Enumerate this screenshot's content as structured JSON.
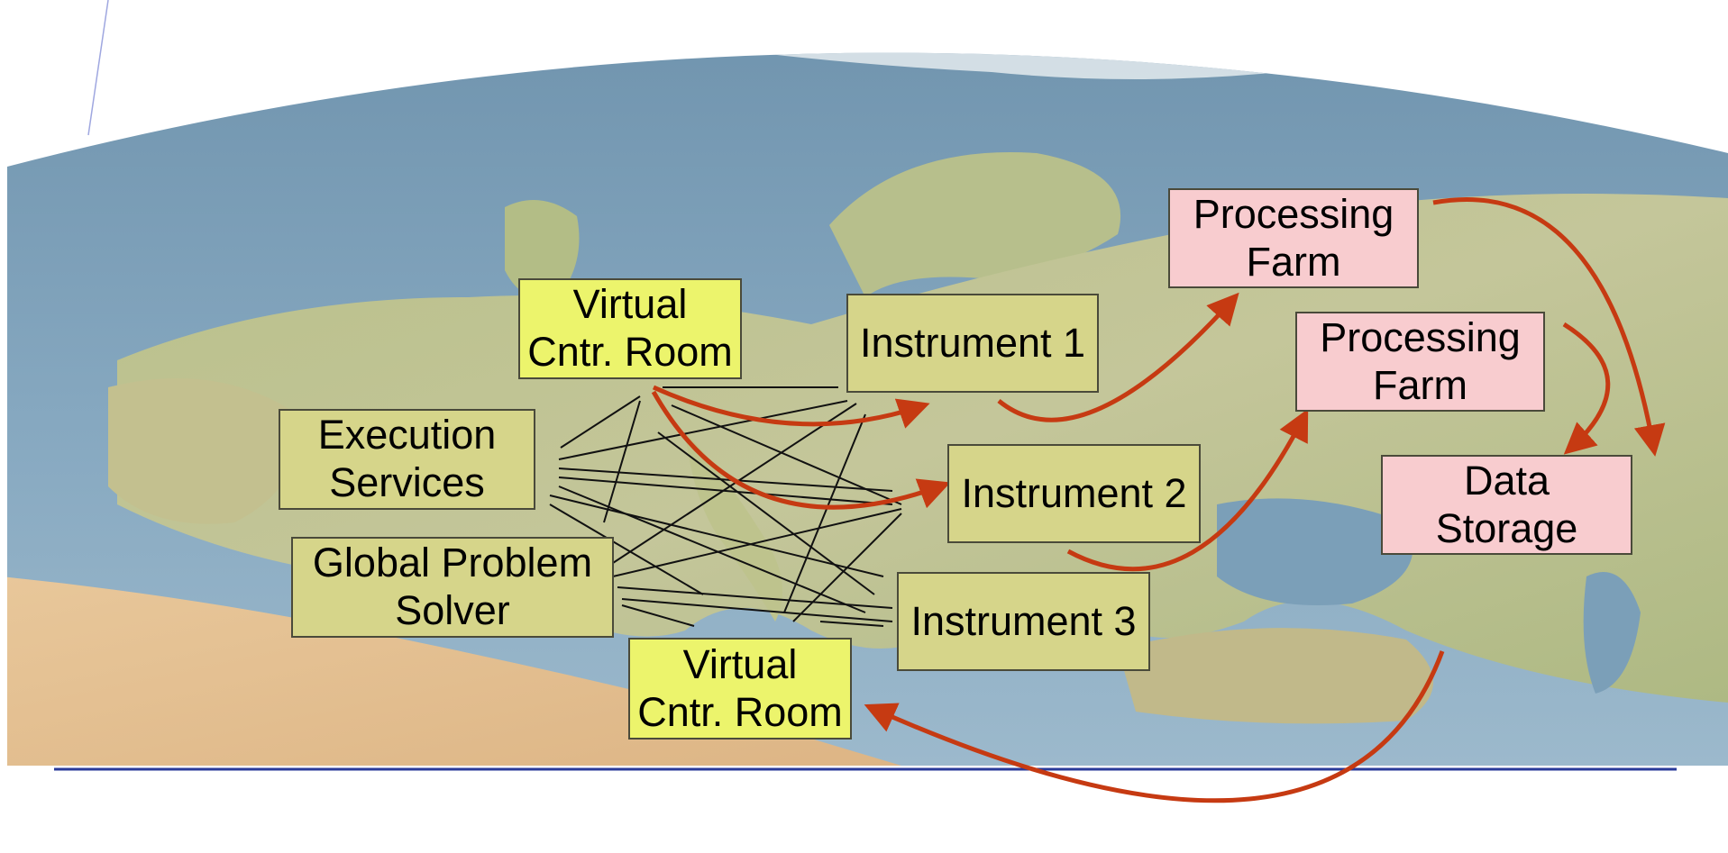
{
  "diagram": {
    "colors": {
      "control_box": "#ecf46c",
      "service_box": "#d6d58a",
      "storage_box": "#f8cccf",
      "arrow": "#c63a12",
      "link_line": "#111111",
      "baseline": "#2a3a9a"
    },
    "nodes": {
      "vcr_top": {
        "lines": [
          "Virtual",
          "Cntr. Room"
        ]
      },
      "execution": {
        "lines": [
          "Execution",
          "Services"
        ]
      },
      "gps": {
        "lines": [
          "Global Problem",
          "Solver"
        ]
      },
      "vcr_bottom": {
        "lines": [
          "Virtual",
          "Cntr. Room"
        ]
      },
      "inst1": {
        "lines": [
          "Instrument 1"
        ]
      },
      "inst2": {
        "lines": [
          "Instrument 2"
        ]
      },
      "inst3": {
        "lines": [
          "Instrument 3"
        ]
      },
      "pf1": {
        "lines": [
          "Processing",
          "Farm"
        ]
      },
      "pf2": {
        "lines": [
          "Processing",
          "Farm"
        ]
      },
      "storage": {
        "lines": [
          "Data",
          "Storage"
        ]
      }
    }
  }
}
